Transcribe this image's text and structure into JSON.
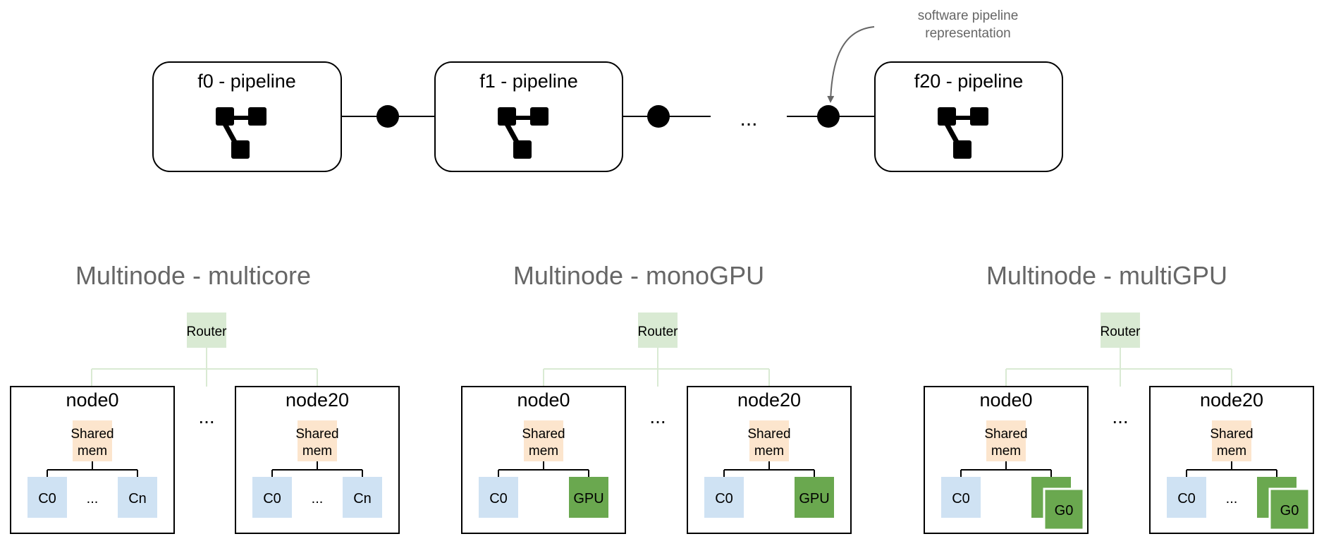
{
  "pipeline": {
    "stages": [
      {
        "label": "f0 - pipeline"
      },
      {
        "label": "f1 - pipeline"
      },
      {
        "label": "f20 - pipeline"
      }
    ],
    "ellipsis": "...",
    "annotation_line1": "software pipeline",
    "annotation_line2": "representation"
  },
  "architectures": [
    {
      "title": "Multinode - multicore",
      "router": "Router",
      "between_nodes": "...",
      "nodes": [
        {
          "name": "node0",
          "shared_line1": "Shared",
          "shared_line2": "mem",
          "left_unit": "C0",
          "middle": "...",
          "right_unit": "Cn"
        },
        {
          "name": "node20",
          "shared_line1": "Shared",
          "shared_line2": "mem",
          "left_unit": "C0",
          "middle": "...",
          "right_unit": "Cn"
        }
      ]
    },
    {
      "title": "Multinode - monoGPU",
      "router": "Router",
      "between_nodes": "...",
      "nodes": [
        {
          "name": "node0",
          "shared_line1": "Shared",
          "shared_line2": "mem",
          "left_unit": "C0",
          "right_unit": "GPU"
        },
        {
          "name": "node20",
          "shared_line1": "Shared",
          "shared_line2": "mem",
          "left_unit": "C0",
          "right_unit": "GPU"
        }
      ]
    },
    {
      "title": "Multinode - multiGPU",
      "router": "Router",
      "between_nodes": "...",
      "nodes": [
        {
          "name": "node0",
          "shared_line1": "Shared",
          "shared_line2": "mem",
          "left_unit": "C0",
          "right_unit": "G0"
        },
        {
          "name": "node20",
          "shared_line1": "Shared",
          "shared_line2": "mem",
          "left_unit": "C0",
          "middle": "...",
          "right_unit": "G0"
        }
      ]
    }
  ],
  "colors": {
    "router_fill": "#d9ead3",
    "router_line": "#d9ead3",
    "shared_fill": "#fce5cd",
    "core_fill": "#cfe2f3",
    "gpu_fill": "#6aa84f",
    "stroke": "#000000",
    "title_text": "#666666",
    "annotation_text": "#666666"
  }
}
